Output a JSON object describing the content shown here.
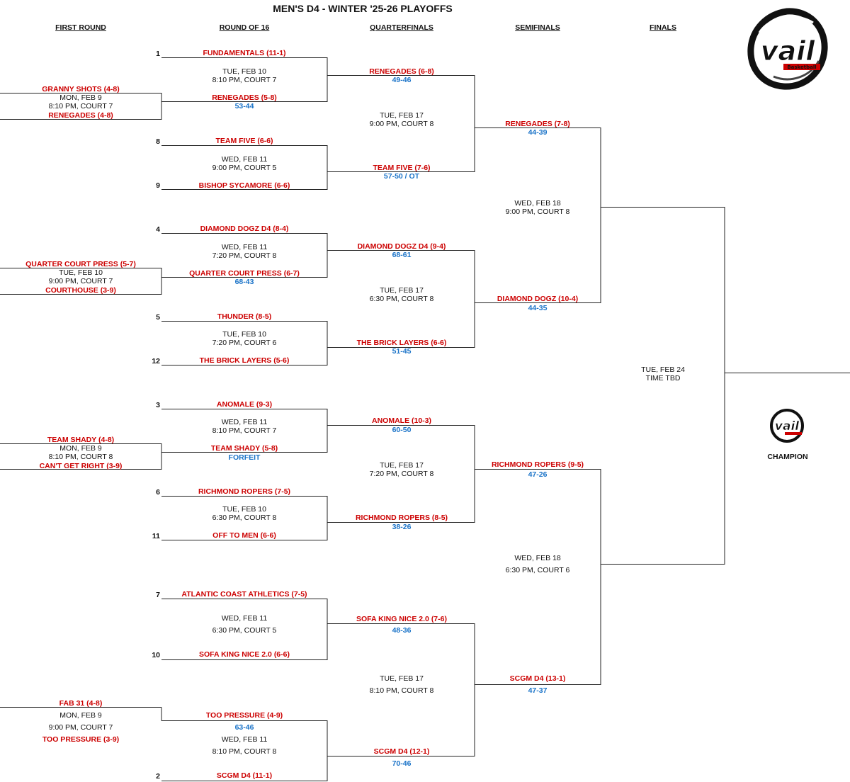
{
  "title": "MEN'S D4 - WINTER '25-26 PLAYOFFS",
  "headers": [
    "FIRST ROUND",
    "ROUND OF 16",
    "QUARTERFINALS",
    "SEMIFINALS",
    "FINALS"
  ],
  "colors": {
    "team": "#cc0000",
    "score": "#1a73c8",
    "line": "#222222"
  },
  "logo": {
    "wordmark": "vail",
    "subtext": "Basketball"
  },
  "first_round": [
    {
      "top": "GRANNY SHOTS (4-8)",
      "info1": "MON, FEB 9",
      "info2": "8:10 PM, COURT 7",
      "bottom": "RENEGADES (4-8)"
    },
    {
      "top": "QUARTER COURT PRESS (5-7)",
      "info1": "TUE, FEB 10",
      "info2": "9:00 PM, COURT 7",
      "bottom": "COURTHOUSE (3-9)"
    },
    {
      "top": "TEAM SHADY (4-8)",
      "info1": "MON, FEB 9",
      "info2": "8:10 PM, COURT 8",
      "bottom": "CAN'T GET RIGHT (3-9)"
    },
    {
      "top": "FAB 31 (4-8)",
      "info1": "MON, FEB 9",
      "info2": "9:00 PM, COURT 7",
      "bottom": "TOO PRESSURE (3-9)"
    }
  ],
  "round16": [
    {
      "seedTop": "1",
      "top": "FUNDAMENTALS (11-1)",
      "info1": "TUE, FEB 10",
      "info2": "8:10 PM, COURT 7",
      "seedBot": "",
      "bottom": "RENEGADES (5-8)",
      "score": "53-44"
    },
    {
      "seedTop": "8",
      "top": "TEAM FIVE (6-6)",
      "info1": "WED, FEB 11",
      "info2": "9:00 PM, COURT 5",
      "seedBot": "9",
      "bottom": "BISHOP SYCAMORE (6-6)",
      "score": ""
    },
    {
      "seedTop": "4",
      "top": "DIAMOND DOGZ D4 (8-4)",
      "info1": "WED, FEB 11",
      "info2": "7:20 PM, COURT 8",
      "seedBot": "",
      "bottom": "QUARTER COURT PRESS (6-7)",
      "score": "68-43"
    },
    {
      "seedTop": "5",
      "top": "THUNDER (8-5)",
      "info1": "TUE, FEB 10",
      "info2": "7:20 PM, COURT 6",
      "seedBot": "12",
      "bottom": "THE BRICK LAYERS (5-6)",
      "score": ""
    },
    {
      "seedTop": "3",
      "top": "ANOMALE (9-3)",
      "info1": "WED, FEB 11",
      "info2": "8:10 PM, COURT 7",
      "seedBot": "",
      "bottom": "TEAM SHADY (5-8)",
      "score": "FORFEIT"
    },
    {
      "seedTop": "6",
      "top": "RICHMOND ROPERS (7-5)",
      "info1": "TUE, FEB 10",
      "info2": "6:30 PM, COURT 8",
      "seedBot": "11",
      "bottom": "OFF TO MEN (6-6)",
      "score": ""
    },
    {
      "seedTop": "7",
      "top": "ATLANTIC COAST ATHLETICS (7-5)",
      "info1": "WED, FEB 11",
      "info2": "6:30 PM, COURT 5",
      "seedBot": "10",
      "bottom": "SOFA KING NICE 2.0 (6-6)",
      "score": ""
    },
    {
      "seedTop": "",
      "top": "TOO PRESSURE (4-9)",
      "score_top": "63-46",
      "info1": "WED, FEB 11",
      "info2": "8:10 PM, COURT 8",
      "seedBot": "2",
      "bottom": "SCGM D4 (11-1)",
      "score": ""
    }
  ],
  "quarterfinals": [
    {
      "top": "RENEGADES (6-8)",
      "score_top": "49-46",
      "info1": "TUE, FEB 17",
      "info2": "9:00 PM, COURT 8",
      "bottom": "TEAM FIVE (7-6)",
      "score_bottom": "57-50 / OT"
    },
    {
      "top": "DIAMOND DOGZ D4 (9-4)",
      "score_top": "68-61",
      "info1": "TUE, FEB 17",
      "info2": "6:30 PM, COURT 8",
      "bottom": "THE BRICK LAYERS (6-6)",
      "score_bottom": "51-45"
    },
    {
      "top": "ANOMALE (10-3)",
      "score_top": "60-50",
      "info1": "TUE, FEB 17",
      "info2": "7:20 PM, COURT 8",
      "bottom": "RICHMOND ROPERS (8-5)",
      "score_bottom": "38-26"
    },
    {
      "top": "SOFA KING NICE 2.0 (7-6)",
      "score_top": "48-36",
      "info1": "TUE, FEB 17",
      "info2": "8:10 PM, COURT 8",
      "bottom": "SCGM D4 (12-1)",
      "score_bottom": "70-46"
    }
  ],
  "semifinals": [
    {
      "top": "RENEGADES (7-8)",
      "score_top": "44-39",
      "info1": "WED, FEB 18",
      "info2": "9:00 PM, COURT 8",
      "bottom": "DIAMOND DOGZ (10-4)",
      "score_bottom": "44-35"
    },
    {
      "top": "RICHMOND ROPERS (9-5)",
      "score_top": "47-26",
      "info1": "WED, FEB 18",
      "info2": "6:30 PM, COURT 6",
      "bottom": "SCGM D4 (13-1)",
      "score_bottom": "47-37"
    }
  ],
  "finals": {
    "info1": "TUE, FEB 24",
    "info2": "TIME TBD"
  },
  "champion_label": "CHAMPION"
}
